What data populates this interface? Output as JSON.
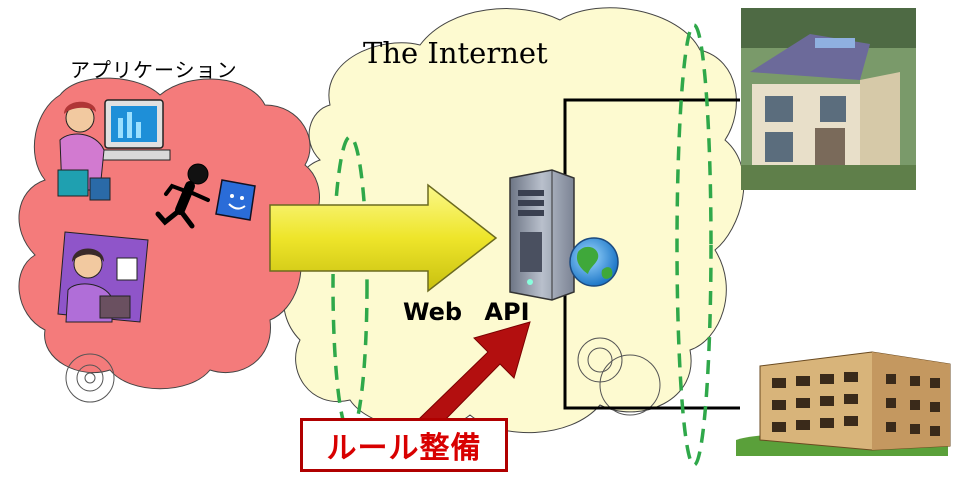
{
  "labels": {
    "application": "アプリケーション",
    "internet": "The Internet",
    "web_api": "Web  API",
    "rule": "ルール整備"
  },
  "icons": [
    "pc-user-icon",
    "running-person-icon",
    "smiley-icon",
    "tablet-user-icon",
    "server-icon",
    "globe-icon",
    "house-photo",
    "apartment-icon"
  ],
  "colors": {
    "app_cloud": "#f47b7b",
    "internet_cloud": "#fdfad0",
    "arrow_fill": "#f4f03a",
    "ring_dash": "#2fa84a",
    "rule_red": "#d80000",
    "red_arrow": "#b30f0f"
  }
}
